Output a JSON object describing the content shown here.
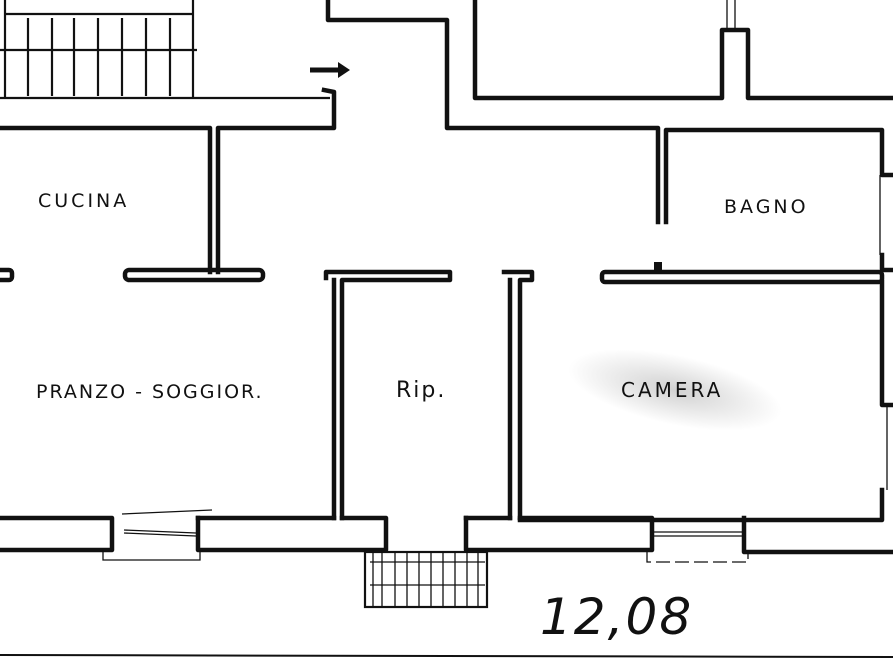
{
  "plan": {
    "type": "floor-plan",
    "colors": {
      "ink": "#111111",
      "paper": "#ffffff"
    },
    "rooms": [
      {
        "id": "cucina",
        "label": "CUCINA"
      },
      {
        "id": "bagno",
        "label": "BAGNO"
      },
      {
        "id": "pranzo",
        "label": "PRANZO - SOGGIOR."
      },
      {
        "id": "rip",
        "label": "Rip."
      },
      {
        "id": "camera",
        "label": "CAMERA"
      }
    ],
    "dimension": {
      "label": "12,08"
    },
    "entrance_arrow": {
      "icon": "arrow-right-icon",
      "glyph": "➡"
    }
  }
}
